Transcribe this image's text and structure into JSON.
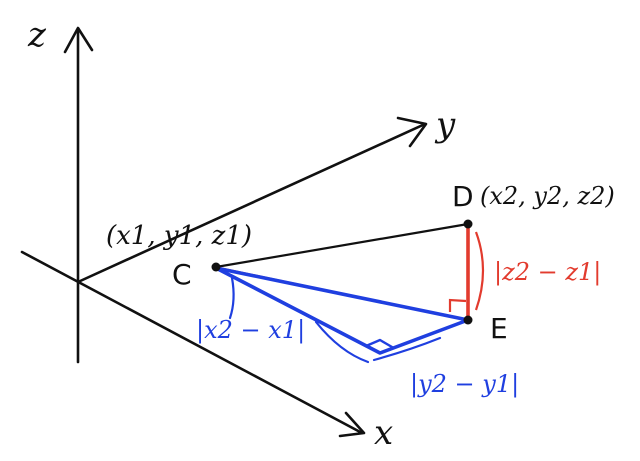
{
  "axes": {
    "z_label": "z",
    "y_label": "y",
    "x_label": "x"
  },
  "points": {
    "C": {
      "label": "C",
      "coords": "(x1, y1, z1)"
    },
    "D": {
      "label": "D",
      "coords": "(x2, y2, z2)"
    },
    "E": {
      "label": "E"
    }
  },
  "annotations": {
    "dx": "|x2 − x1|",
    "dy": "|y2 − y1|",
    "dz": "|z2 − z1|"
  },
  "colors": {
    "ink": "#111111",
    "blue": "#1f3fe0",
    "red": "#e23b2e"
  }
}
